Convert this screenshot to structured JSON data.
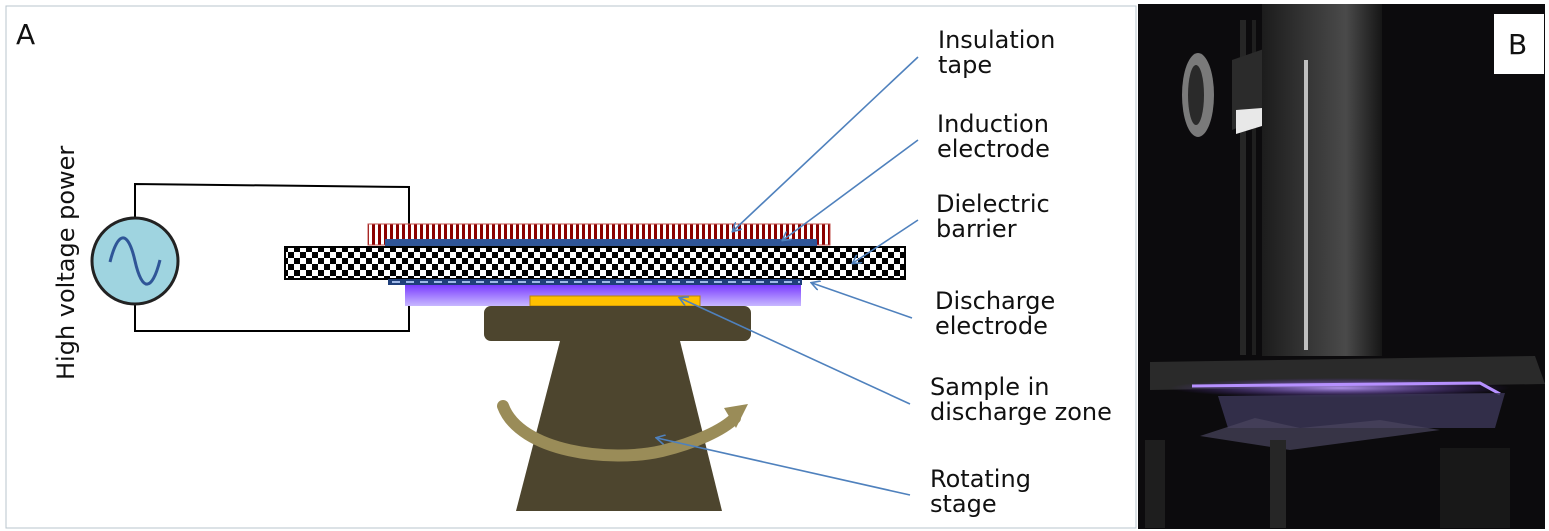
{
  "panel_a": {
    "letter": "A",
    "power_label": "High voltage power",
    "labels": {
      "insulation_1": "Insulation",
      "insulation_2": "tape",
      "induction_1": "Induction",
      "induction_2": "electrode",
      "dielectric_1": "Dielectric",
      "dielectric_2": "barrier",
      "discharge_1": "Discharge",
      "discharge_2": "electrode",
      "sample_1": "Sample in",
      "sample_2": "discharge zone",
      "stage_1": "Rotating",
      "stage_2": "stage"
    }
  },
  "panel_b": {
    "letter": "B"
  },
  "colors": {
    "arrow": "#4f81bd",
    "power_source": "#9fd4e0",
    "insulation_tape": "#8b0000",
    "electrode": "#2f5597",
    "plasma": "#9966ff",
    "sample": "#ffc000",
    "stage": "#4d452e",
    "rotation_arrow": "#9a8c58",
    "photo_glow": "#a070ff"
  }
}
